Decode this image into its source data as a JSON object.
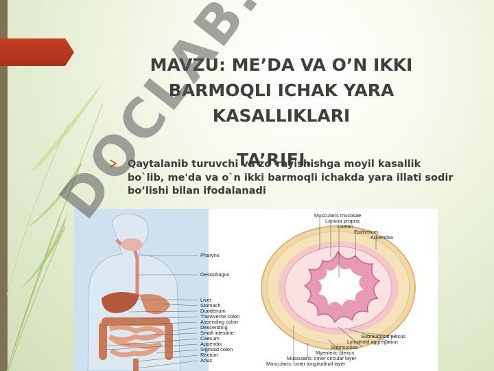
{
  "slide": {
    "title": "MAVZU: ME’DA VA O’N IKKI BARMOQLI ICHAK YARA KASALLIKLARI",
    "subtitle": "TA’RIFI.",
    "bullet_icon": "arrow-bullet-icon",
    "bullet_text": "Qaytalanib turuvchi va zo`rayishishga moyil kasallik bo`lib, me'da va o`n ikki barmoqli ichakda yara illati sodir bo’lishi bilan ifodalanadi",
    "watermark": "DOCLAB.UZ",
    "colors": {
      "accent_red": "#b5361b",
      "left_bar": "#7a7452",
      "title": "#3e3e3e"
    }
  },
  "figure_left": {
    "labels": [
      "Pharynx",
      "Oesophagus",
      "Liver",
      "Stomach",
      "Duodenum",
      "Transverse colon",
      "Ascending colon",
      "Descending",
      "Small intestine",
      "Caecum",
      "Appendix",
      "Sigmoid colon",
      "Rectum",
      "Anus"
    ]
  },
  "figure_right": {
    "top_labels": [
      "Muscularis mucosae",
      "Lamina propria",
      "Lumen",
      "Epithelium",
      "Adventitia"
    ],
    "bottom_labels": [
      "Submucosal plexus",
      "Lymphoid aggregation",
      "Submucosa",
      "Myenteric plexus",
      "Muscularis: inner circular layer",
      "Muscularis: outer longitudinal layer"
    ]
  }
}
